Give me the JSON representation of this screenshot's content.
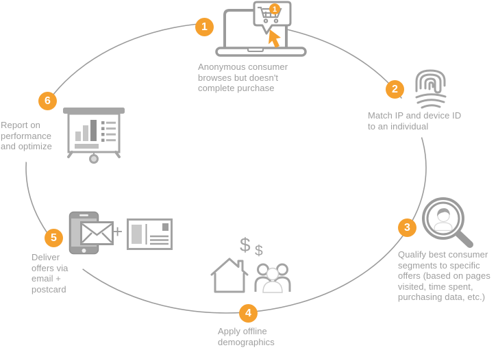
{
  "diagram": {
    "accent_color": "#F5A02E",
    "line_color": "#9B9B9B",
    "text_color": "#9E9E9E",
    "cart_badge": "1",
    "plus_sign": "+",
    "dollar_large": "$",
    "dollar_small": "$",
    "steps": [
      {
        "number": "1",
        "icon": "laptop-cart-icon",
        "label": "Anonymous consumer\nbrowses but doesn't\ncomplete purchase"
      },
      {
        "number": "2",
        "icon": "fingerprint-icon",
        "label": "Match IP and device ID\nto an individual"
      },
      {
        "number": "3",
        "icon": "magnifier-person-icon",
        "label": "Qualify best consumer\nsegments to specific\noffers (based on pages\nvisited, time spent,\npurchasing data, etc.)"
      },
      {
        "number": "4",
        "icon": "house-dollars-people-icon",
        "label": "Apply offline\ndemographics"
      },
      {
        "number": "5",
        "icon": "phone-email-postcard-icon",
        "label": "Deliver\noffers via\nemail +\npostcard"
      },
      {
        "number": "6",
        "icon": "presentation-chart-icon",
        "label": "Report on\nperformance\nand optimize"
      }
    ]
  }
}
